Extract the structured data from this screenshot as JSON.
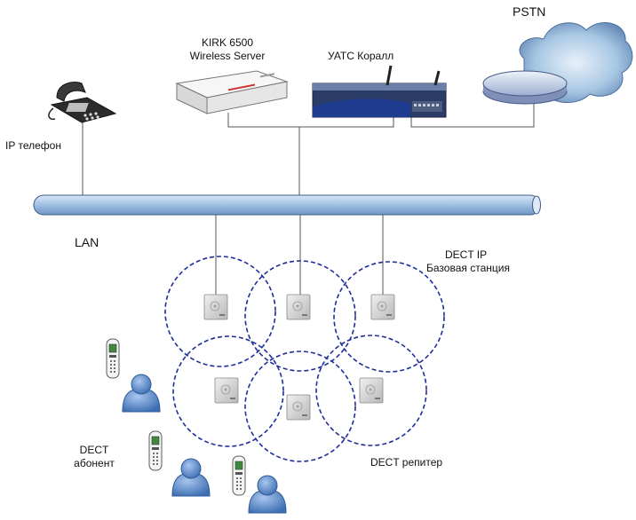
{
  "labels": {
    "pstn": "PSTN",
    "kirk_line1": "KIRK 6500",
    "kirk_line2": "Wireless Server",
    "pbx": "УАТС Коралл",
    "ip_phone": "IP телефон",
    "lan": "LAN",
    "dect_ip_line1": "DECT IP",
    "dect_ip_line2": "Базовая станция",
    "subscriber_line1": "DECT",
    "subscriber_line2": "абонент",
    "repeater": "DECT репитер"
  },
  "colors": {
    "lan_pipe": "#a9c6e6",
    "lan_pipe_edge": "#3d5f86",
    "coverage_ring": "#1f2f9a",
    "cloud": "#9fc0dd",
    "person": "#6c97cf",
    "wire": "#555555"
  },
  "icons": [
    "ip-phone-icon",
    "server-icon",
    "pbx-icon",
    "cloud-icon",
    "base-station-icon",
    "handset-icon",
    "person-icon"
  ]
}
